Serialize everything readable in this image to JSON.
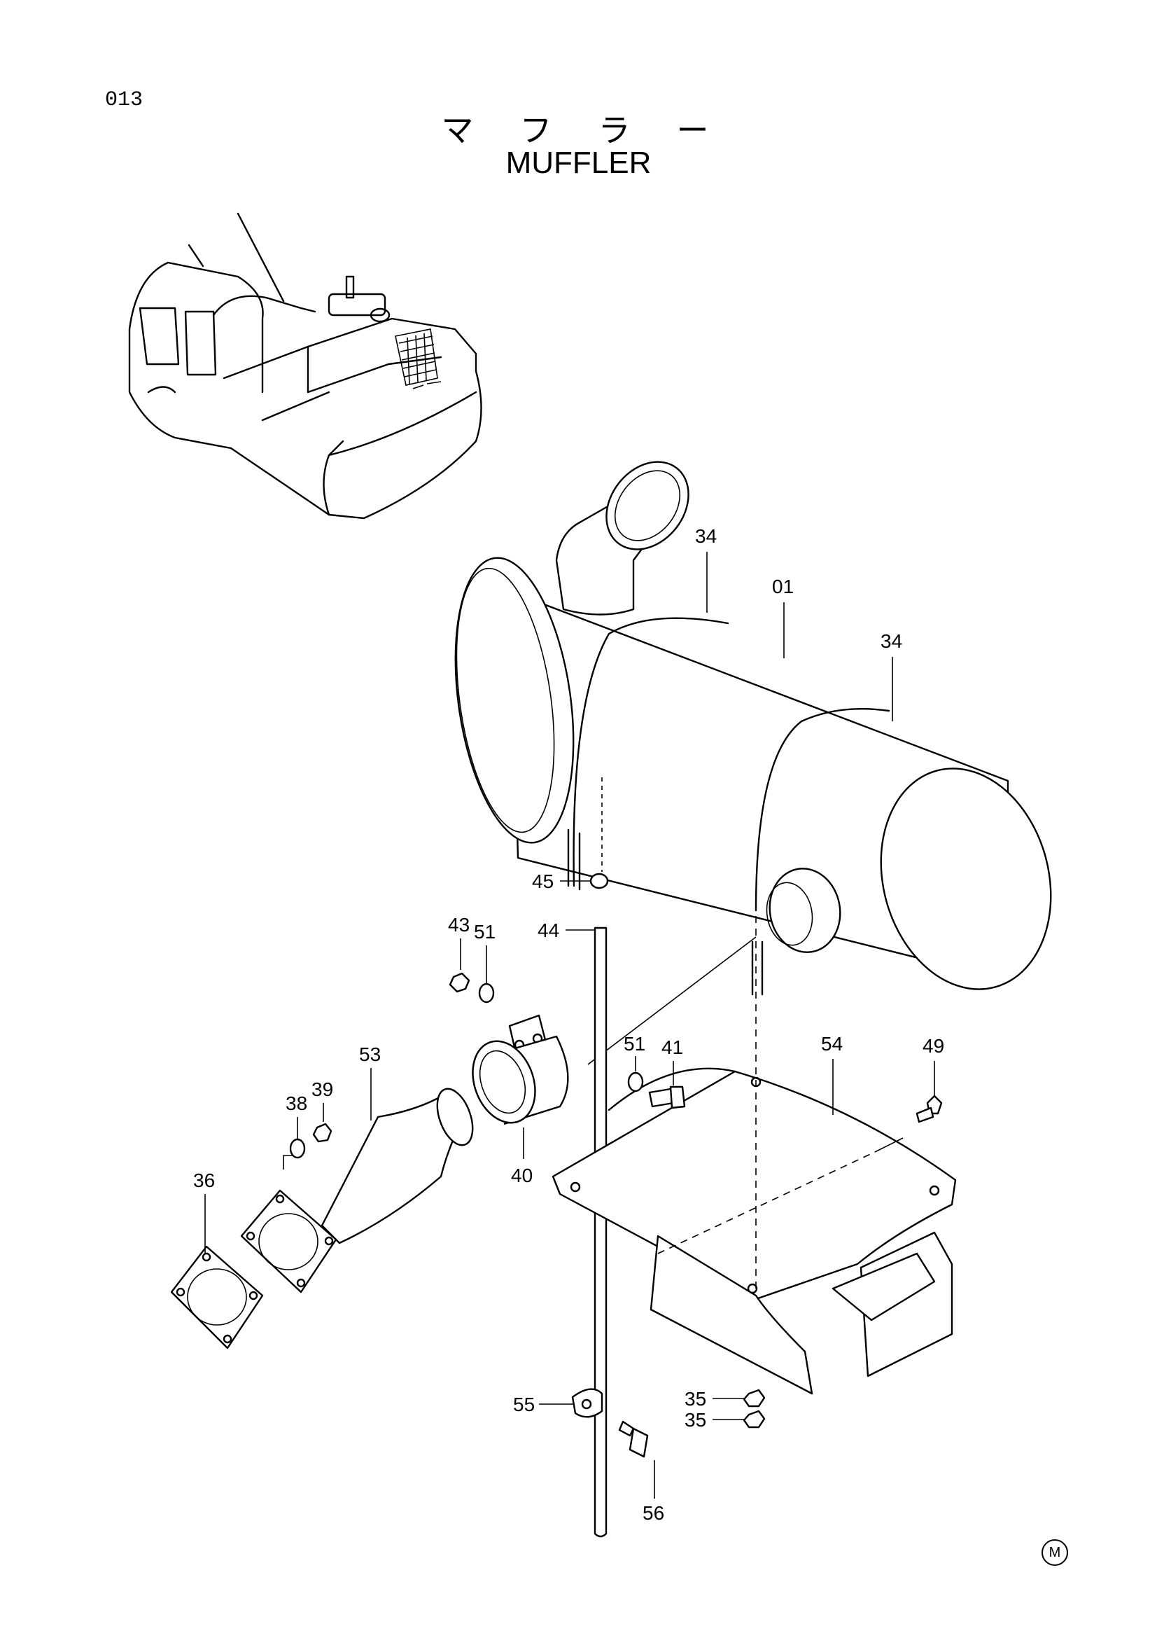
{
  "page": {
    "number": "013",
    "title_jp": "マ　フ　ラ　ー",
    "title_en": "MUFFLER",
    "mark": "M"
  },
  "callouts": [
    "34",
    "01",
    "34",
    "45",
    "43",
    "51",
    "44",
    "51",
    "41",
    "54",
    "49",
    "53",
    "39",
    "38",
    "40",
    "36",
    "35",
    "35",
    "55",
    "56"
  ]
}
